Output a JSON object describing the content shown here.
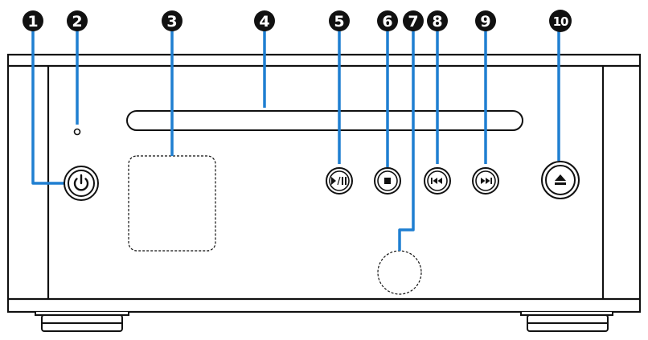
{
  "callouts": [
    {
      "number": "1",
      "part": "power-button"
    },
    {
      "number": "2",
      "part": "indicator-led"
    },
    {
      "number": "3",
      "part": "display-area"
    },
    {
      "number": "4",
      "part": "disc-slot"
    },
    {
      "number": "5",
      "part": "play-pause-button"
    },
    {
      "number": "6",
      "part": "stop-button"
    },
    {
      "number": "7",
      "part": "remote-sensor"
    },
    {
      "number": "8",
      "part": "skip-back-button"
    },
    {
      "number": "9",
      "part": "skip-forward-button"
    },
    {
      "number": "10",
      "part": "eject-button"
    }
  ],
  "colors": {
    "callout_line": "#1f7fd1",
    "badge_fill": "#111111",
    "device_outline": "#111111",
    "background": "#ffffff"
  },
  "icons": {
    "power": "power-icon",
    "play_pause": "play-pause-icon",
    "stop": "stop-icon",
    "skip_back": "skip-back-icon",
    "skip_forward": "skip-forward-icon",
    "eject": "eject-icon"
  }
}
